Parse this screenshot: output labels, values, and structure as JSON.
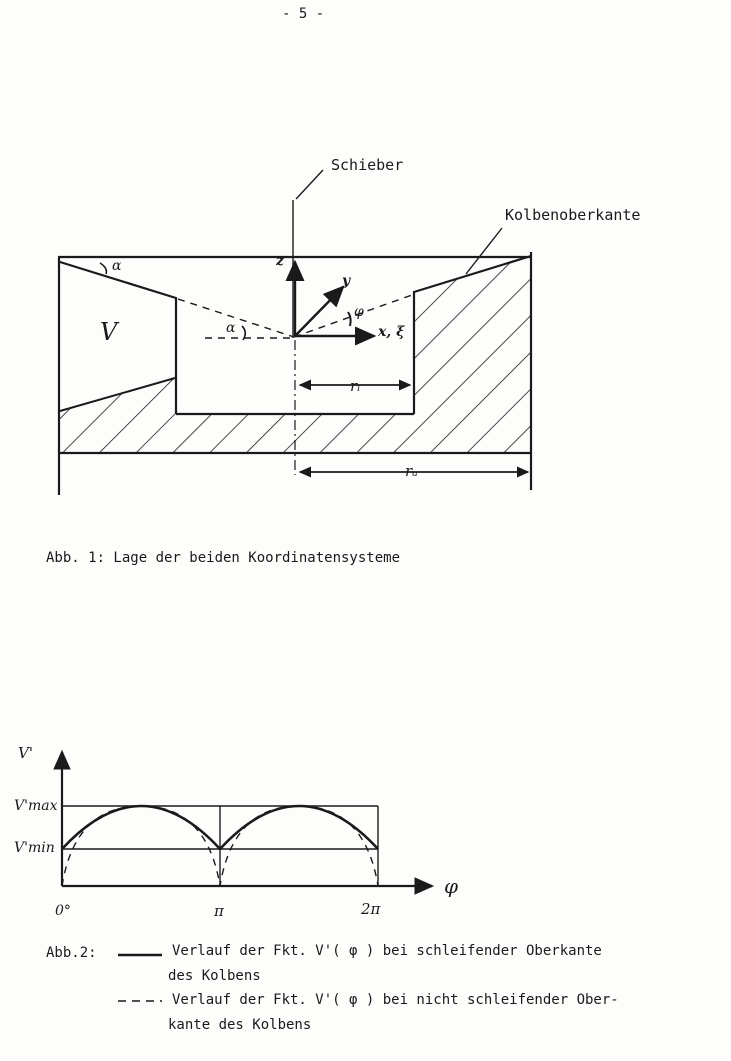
{
  "page": {
    "number": "- 5 -"
  },
  "figure1": {
    "label_slider": "Schieber",
    "label_piston_edge": "Kolbenoberkante",
    "label_V": "V",
    "label_alpha_top": "α",
    "label_alpha_mid": "α",
    "axis_z": "z",
    "axis_y": "y",
    "axis_x": "x, ξ",
    "angle_phi": "φ",
    "dim_ri": "rᵢ",
    "dim_ra": "rₐ",
    "caption": "Abb. 1: Lage der beiden Koordinatensysteme"
  },
  "figure2": {
    "axis_y_label": "V'",
    "vmax_label": "V'max",
    "vmin_label": "V'min",
    "tick_0": "0°",
    "tick_pi": "π",
    "tick_2pi": "2π",
    "axis_x_label": "φ",
    "caption_prefix": "Abb.2:",
    "legend_solid_line1": "Verlauf der Fkt. V'( φ ) bei schleifender Oberkante",
    "legend_solid_line2": "des Kolbens",
    "legend_dashed_line1": "Verlauf der Fkt. V'( φ ) bei nicht schleifender Ober-",
    "legend_dashed_line2": "kante des Kolbens"
  }
}
